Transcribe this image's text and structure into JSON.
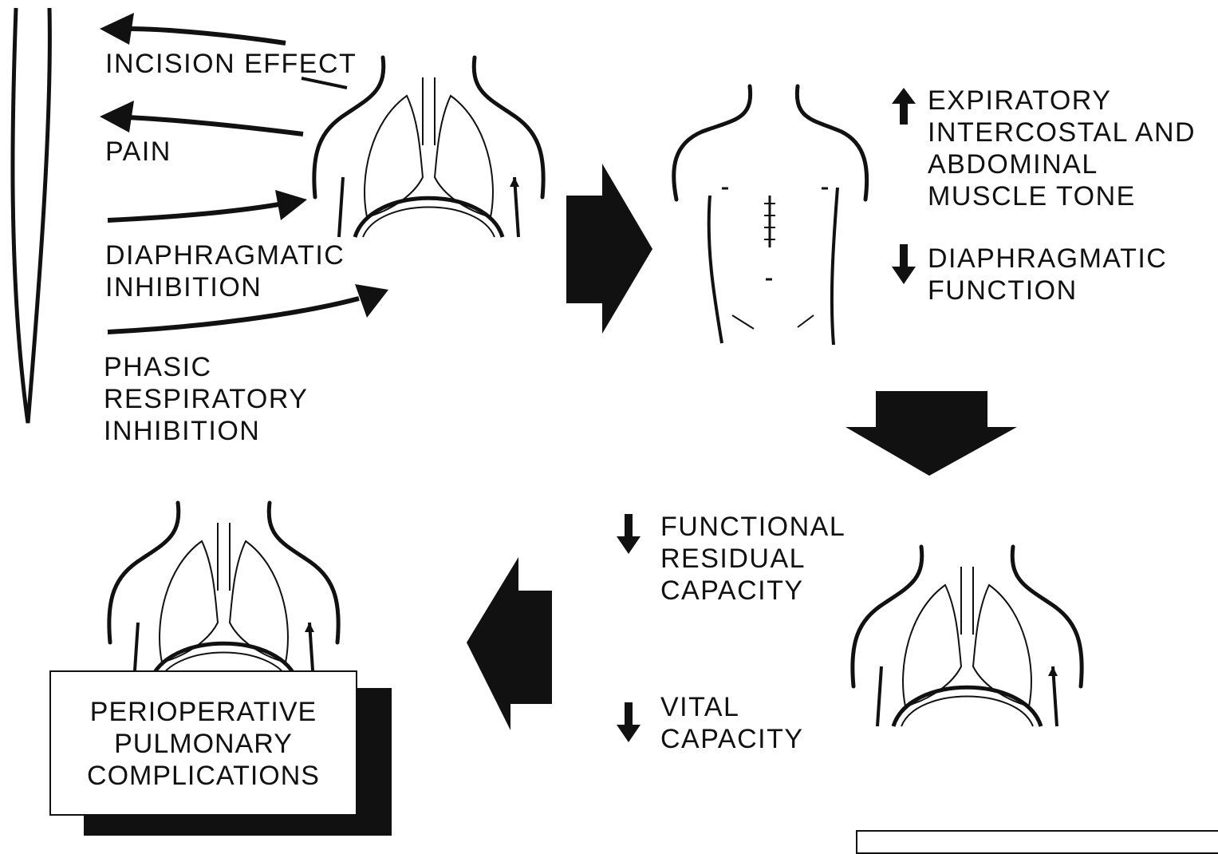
{
  "labels": {
    "incision_effect": "INCISION EFFECT",
    "pain": "PAIN",
    "diaphragmatic_inhibition": [
      "DIAPHRAGMATIC",
      "INHIBITION"
    ],
    "phasic_respiratory_inhibition": [
      "PHASIC",
      "RESPIRATORY",
      "INHIBITION"
    ],
    "muscle_tone": [
      "EXPIRATORY",
      "INTERCOSTAL AND",
      "ABDOMINAL",
      "MUSCLE TONE"
    ],
    "diaphragmatic_function": [
      "DIAPHRAGMATIC",
      "FUNCTION"
    ],
    "functional_residual_capacity": [
      "FUNCTIONAL",
      "RESIDUAL",
      "CAPACITY"
    ],
    "vital_capacity": [
      "VITAL",
      "CAPACITY"
    ],
    "outcome": [
      "PERIOPERATIVE",
      "PULMONARY",
      "COMPLICATIONS"
    ]
  },
  "indicators": {
    "muscle_tone": "increase",
    "diaphragmatic_function": "decrease",
    "functional_residual_capacity": "decrease",
    "vital_capacity": "decrease"
  },
  "figures": [
    "chest-lungs-figure",
    "abdomen-incision-figure",
    "chest-lungs-figure",
    "chest-lungs-figure"
  ],
  "colors": {
    "ink": "#111111",
    "paper": "#ffffff"
  }
}
